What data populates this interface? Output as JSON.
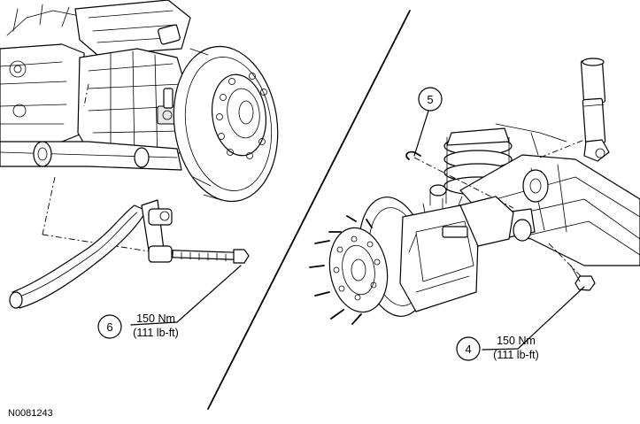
{
  "callouts": [
    {
      "number": "6",
      "torque_nm": "150 Nm",
      "torque_lbft": "(111 lb-ft)"
    },
    {
      "number": "5"
    },
    {
      "number": "4",
      "torque_nm": "150 Nm",
      "torque_lbft": "(111 lb-ft)"
    }
  ],
  "figure_id": "N0081243"
}
